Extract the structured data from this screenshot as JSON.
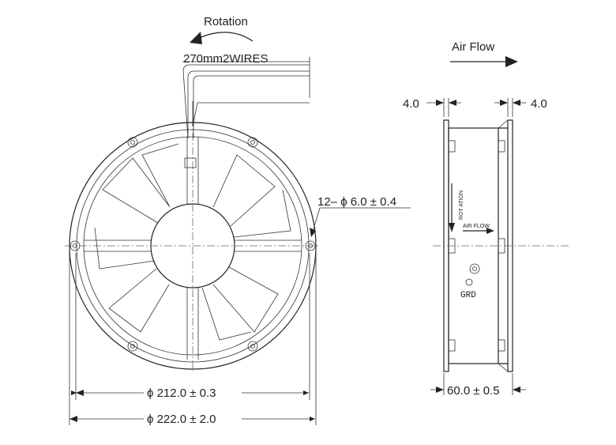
{
  "front_view": {
    "rotation_label": "Rotation",
    "wire_label": "270mm2WIRES",
    "hole_label": "12– ϕ 6.0 ± 0.4",
    "inner_dim_label": "ϕ 212.0 ± 0.3",
    "outer_dim_label": "ϕ 222.0 ± 2.0"
  },
  "side_view": {
    "airflow_label": "Air Flow",
    "flange_left_label": "4.0",
    "flange_right_label": "4.0",
    "rotation_mark": "ROT ATION",
    "airflow_mark": "AIR FLOW",
    "ground_label": "GRD",
    "depth_label": "60.0 ± 0.5"
  }
}
